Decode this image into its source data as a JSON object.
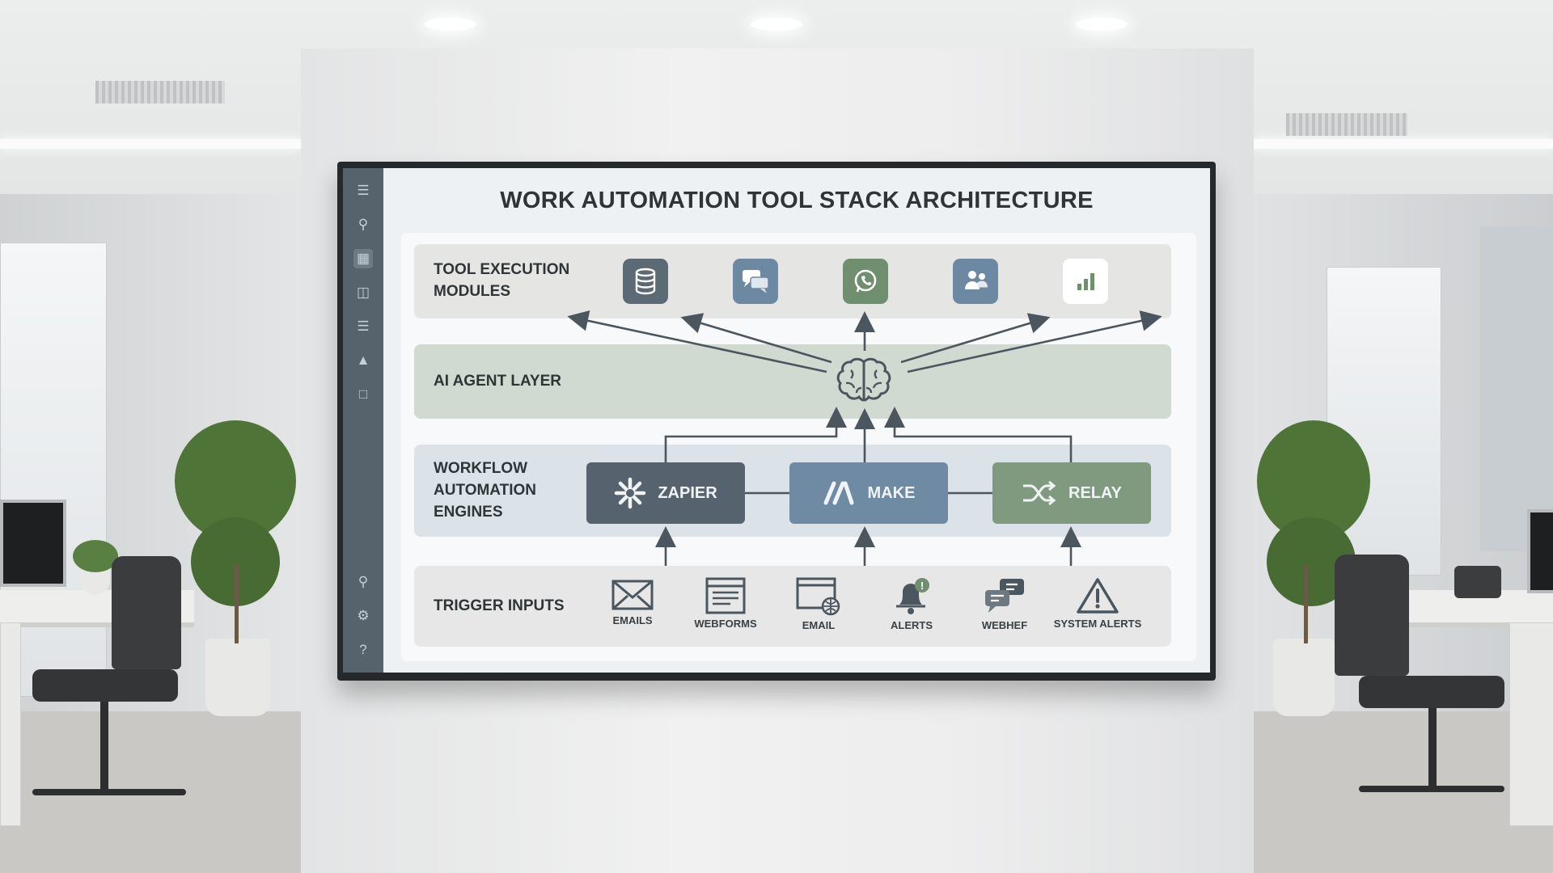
{
  "diagram": {
    "title": "WORK AUTOMATION TOOL STACK ARCHITECTURE",
    "layers": {
      "tools": {
        "label": "TOOL EXECUTION MODULES",
        "icons": [
          "database-icon",
          "chat-icon",
          "whatsapp-icon",
          "teams-icon",
          "bar-chart-icon"
        ]
      },
      "agent": {
        "label": "AI AGENT LAYER",
        "icon": "brain-icon"
      },
      "engines": {
        "label": "WORKFLOW AUTOMATION ENGINES",
        "items": [
          {
            "label": "ZAPIER",
            "icon": "asterisk-icon",
            "color": "#56626d"
          },
          {
            "label": "MAKE",
            "icon": "make-logo-icon",
            "color": "#6f8ba3"
          },
          {
            "label": "RELAY",
            "icon": "shuffle-icon",
            "color": "#7f9a7e"
          }
        ]
      },
      "triggers": {
        "label": "TRIGGER INPUTS",
        "items": [
          {
            "label": "EMAILS",
            "icon": "envelope-icon"
          },
          {
            "label": "WEBFORMS",
            "icon": "webform-icon"
          },
          {
            "label": "EMAIL",
            "icon": "browser-globe-icon"
          },
          {
            "label": "ALERTS",
            "icon": "bell-icon"
          },
          {
            "label": "WEBHEF",
            "icon": "chat-bubbles-icon"
          },
          {
            "label": "SYSTEM ALERTS",
            "icon": "warning-icon"
          }
        ]
      }
    },
    "colors": {
      "tools_band": "#e5e6e4",
      "agent_band": "#d1dad0",
      "engines_band": "#dce3e8",
      "triggers_band": "#e6e7e6",
      "sidebar": "#56636c"
    },
    "sidebar_icons": [
      "menu-icon",
      "search-icon",
      "grid-icon",
      "chat-icon",
      "list-icon",
      "chart-icon",
      "comment-icon",
      "search-icon",
      "settings-icon",
      "help-icon"
    ]
  }
}
